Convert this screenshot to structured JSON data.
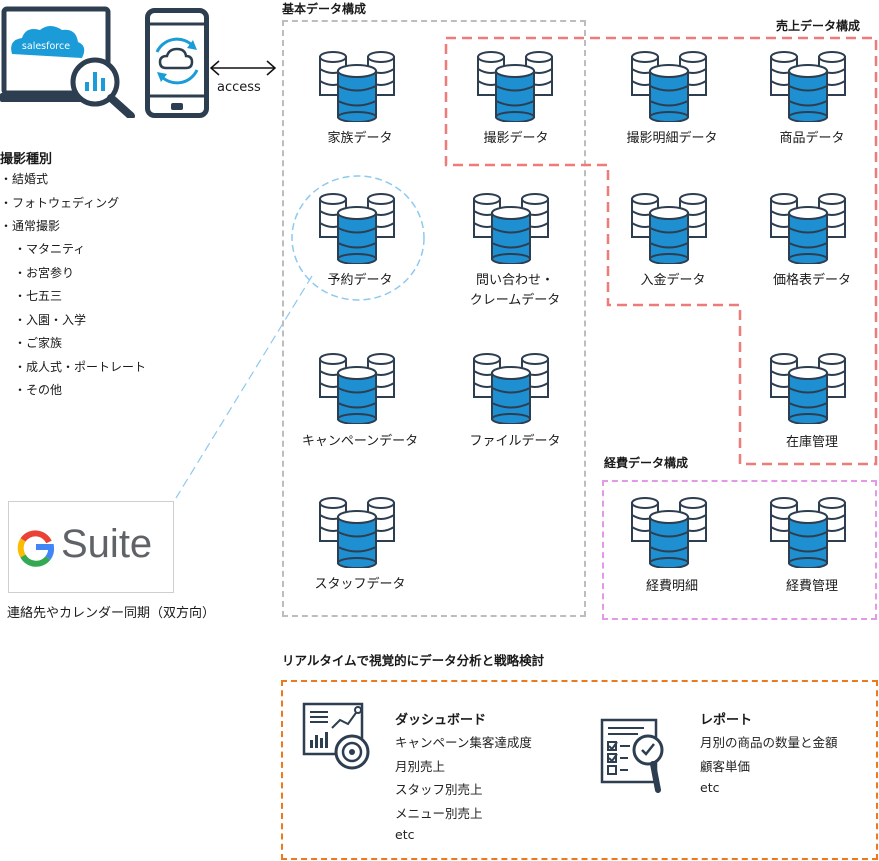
{
  "devices": {
    "salesforce_logo_text": "salesforce",
    "access_label": "access"
  },
  "photo_types": {
    "title": "撮影種別",
    "items": [
      "・結婚式",
      "・フォトウェディング",
      "・通常撮影"
    ],
    "sub_items": [
      "・マタニティ",
      "・お宮参り",
      "・七五三",
      "・入園・入学",
      "・ご家族",
      "・成人式・ポートレート",
      "・その他"
    ]
  },
  "gsuite": {
    "logo_g": "G",
    "logo_text": "Suite",
    "caption": "連絡先やカレンダー同期（双方向）"
  },
  "sections": {
    "basic_title": "基本データ構成",
    "sales_title": "売上データ構成",
    "expense_title": "経費データ構成"
  },
  "databases": {
    "family": "家族データ",
    "photo": "撮影データ",
    "photo_detail": "撮影明細データ",
    "product": "商品データ",
    "reservation": "予約データ",
    "inquiry_line1": "問い合わせ・",
    "inquiry_line2": "クレームデータ",
    "payment": "入金データ",
    "price_list": "価格表データ",
    "inventory": "在庫管理",
    "campaign": "キャンペーンデータ",
    "file": "ファイルデータ",
    "staff": "スタッフデータ",
    "expense_detail": "経費明細",
    "expense_mgmt": "経費管理"
  },
  "analytics": {
    "title": "リアルタイムで視覚的にデータ分析と戦略検討",
    "dashboard": {
      "title": "ダッシュボード",
      "items": [
        "キャンペーン集客達成度",
        "月別売上",
        "スタッフ別売上",
        "メニュー別売上",
        "etc"
      ]
    },
    "report": {
      "title": "レポート",
      "items": [
        "月別の商品の数量と金額",
        "顧客単価",
        "etc"
      ]
    }
  },
  "colors": {
    "db_blue": "#1e8fd0",
    "sales_red": "#ee7b79",
    "expense_pink": "#e39ae6",
    "basic_gray": "#bdbdbd",
    "analytics_orange": "#ec7a1c",
    "reservation_circle": "#8ec9ee",
    "icon_navy": "#2d3e50"
  }
}
